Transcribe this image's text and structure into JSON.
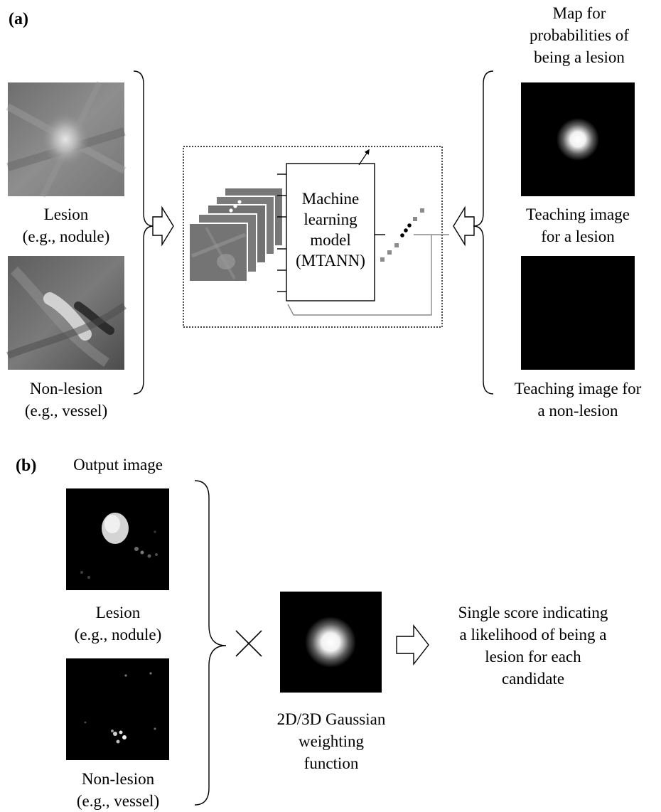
{
  "panel_a": {
    "label": "(a)",
    "input_lesion_caption_1": "Lesion",
    "input_lesion_caption_2": "(e.g., nodule)",
    "input_nonlesion_caption_1": "Non-lesion",
    "input_nonlesion_caption_2": "(e.g., vessel)",
    "model_label_1": "Machine",
    "model_label_2": "learning",
    "model_label_3": "model",
    "model_label_4": "(MTANN)",
    "map_title_1": "Map for",
    "map_title_2": "probabilities of",
    "map_title_3": "being a lesion",
    "teach_lesion_1": "Teaching image",
    "teach_lesion_2": "for a lesion",
    "teach_nonlesion_1": "Teaching image for",
    "teach_nonlesion_2": "a non-lesion"
  },
  "panel_b": {
    "label": "(b)",
    "output_title": "Output image",
    "lesion_caption_1": "Lesion",
    "lesion_caption_2": "(e.g., nodule)",
    "nonlesion_caption_1": "Non-lesion",
    "nonlesion_caption_2": "(e.g., vessel)",
    "gaussian_caption_1": "2D/3D Gaussian",
    "gaussian_caption_2": "weighting",
    "gaussian_caption_3": "function",
    "score_1": "Single score indicating",
    "score_2": "a likelihood of being a",
    "score_3": "lesion for each",
    "score_4": "candidate"
  }
}
